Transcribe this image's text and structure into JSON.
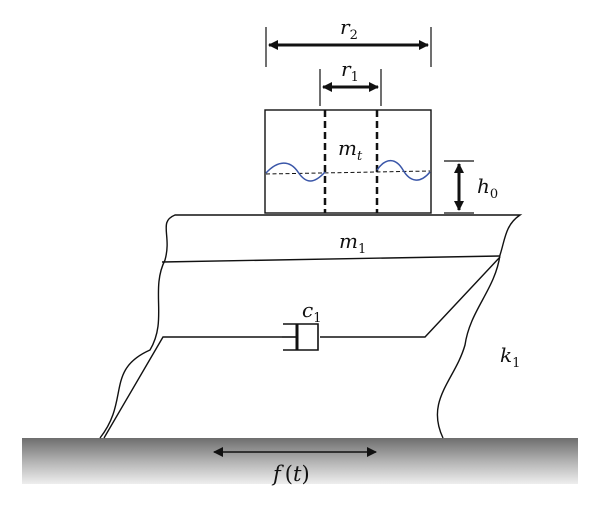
{
  "labels": {
    "r2": {
      "base": "r",
      "sub": "2"
    },
    "r1": {
      "base": "r",
      "sub": "1"
    },
    "mt": {
      "base": "m",
      "sub": "t"
    },
    "h0": {
      "base": "h",
      "sub": "0"
    },
    "m1": {
      "base": "m",
      "sub": "1"
    },
    "c1": {
      "base": "c",
      "sub": "1"
    },
    "k1": {
      "base": "k",
      "sub": "1"
    },
    "ft": {
      "func": "f",
      "lparen": "(",
      "var": "t",
      "rparen": ")"
    }
  },
  "colors": {
    "line": "#111111",
    "wave": "#3a56a8",
    "ground_dark": "#6e6e6e",
    "ground_light": "#eeeeee"
  }
}
